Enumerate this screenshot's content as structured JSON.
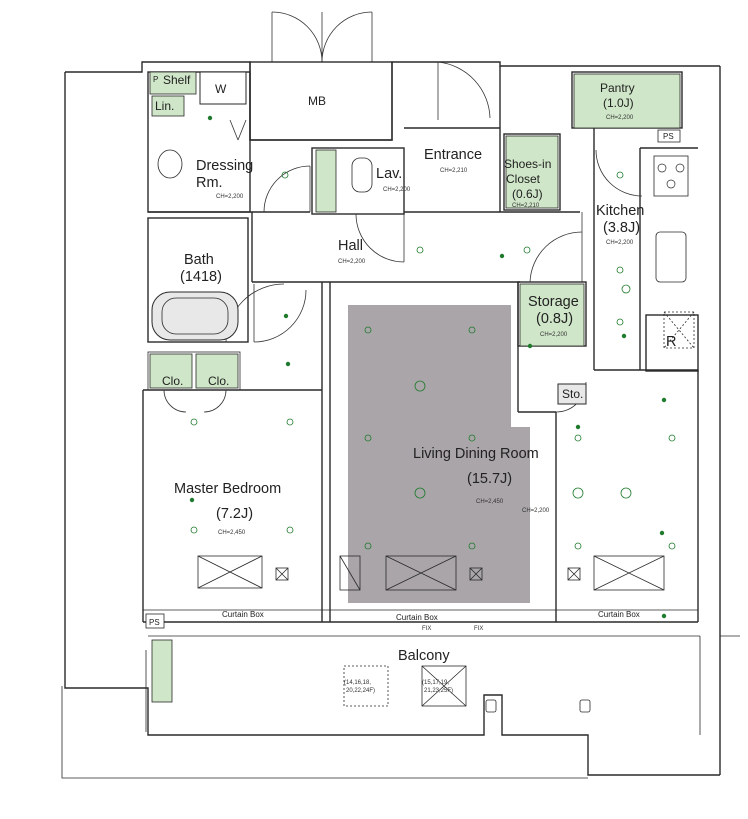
{
  "rooms": {
    "shelf": "Shelf",
    "shelf_mark": "P",
    "washer": "W",
    "linen": "Lin.",
    "mb": "MB",
    "dressing_line1": "Dressing",
    "dressing_line2": "Rm.",
    "dressing_ch": "CH=2,200",
    "lav": "Lav.",
    "lav_ch": "CH=2,200",
    "entrance": "Entrance",
    "entrance_ch": "CH=2,210",
    "shoes_line1": "Shoes-in",
    "shoes_line2": "Closet",
    "shoes_line3": "(0.6J)",
    "shoes_ch": "CH=2,210",
    "pantry_line1": "Pantry",
    "pantry_line2": "(1.0J)",
    "pantry_ch": "CH=2,200",
    "ps_top": "PS",
    "kitchen_line1": "Kitchen",
    "kitchen_line2": "(3.8J)",
    "kitchen_ch": "CH=2,200",
    "bath_line1": "Bath",
    "bath_line2": "(1418)",
    "hall": "Hall",
    "hall_ch": "CH=2,200",
    "storage_line1": "Storage",
    "storage_line2": "(0.8J)",
    "storage_ch": "CH=2,200",
    "refrigerator": "R",
    "closet_1": "Clo.",
    "closet_2": "Clo.",
    "sto": "Sto.",
    "master_line1": "Master Bedroom",
    "master_line2": "(7.2J)",
    "master_ch": "CH=2,450",
    "ldr_line1": "Living Dining Room",
    "ldr_line2": "(15.7J)",
    "ldr_ch": "CH=2,450",
    "ldr_ch2": "CH=2,200",
    "curtain_box_1": "Curtain Box",
    "curtain_box_2": "Curtain Box",
    "curtain_box_3": "Curtain Box",
    "ps_bottom": "PS",
    "fix_1": "FIX",
    "fix_2": "FIX",
    "balcony": "Balcony",
    "floors_a_line1": "(14,16,18,",
    "floors_a_line2": "20,22,24F)",
    "floors_b_line1": "(15,17,19,",
    "floors_b_line2": "21,23,25F)"
  },
  "colors": {
    "fixture_green": "#cfe6c8",
    "marker_green": "#1e7a2c",
    "living_gray": "#a9a5a8",
    "wall": "#2a2a2a"
  }
}
